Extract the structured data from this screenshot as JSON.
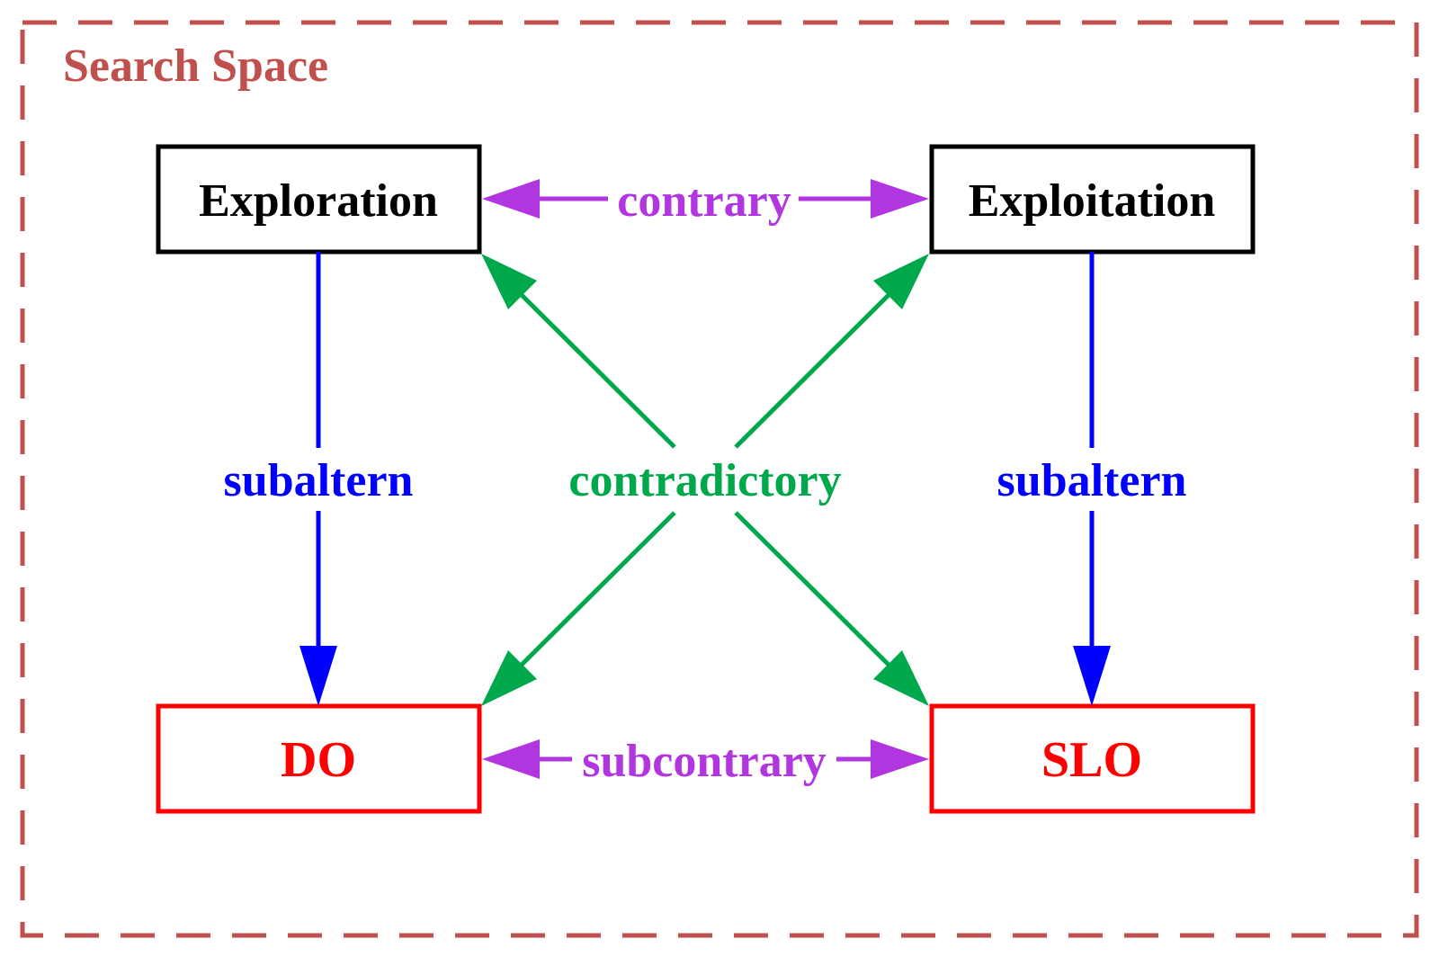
{
  "diagram": {
    "title": "Search Space",
    "nodes": {
      "exploration": "Exploration",
      "exploitation": "Exploitation",
      "do": "DO",
      "slo": "SLO"
    },
    "relations": {
      "contrary": "contrary",
      "subcontrary": "subcontrary",
      "subaltern_left": "subaltern",
      "subaltern_right": "subaltern",
      "contradictory": "contradictory"
    },
    "colors": {
      "frame": "#c0504d",
      "top_boxes": "#000000",
      "bottom_boxes": "#ff0000",
      "contrary_arrows": "#b236e0",
      "subaltern_arrows": "#0000ff",
      "contradictory_arrows": "#00a84c"
    }
  }
}
